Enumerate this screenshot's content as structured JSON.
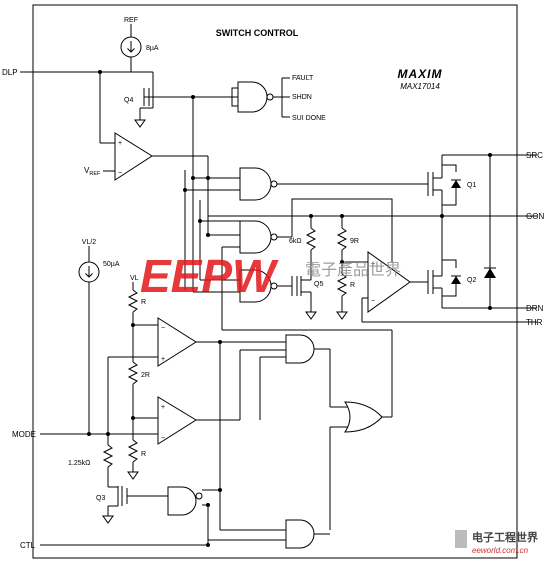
{
  "title": "SWITCH CONTROL",
  "brand": {
    "logo": "MAXIM",
    "part": "MAX17014"
  },
  "pins": {
    "dlp": "DLP",
    "mode": "MODE",
    "ctl": "CTL",
    "src": "SRC",
    "gon": "GON",
    "drn": "DRN",
    "thr": "THR"
  },
  "signals": {
    "ref": "REF",
    "vref": "V",
    "vref_sub": "REF",
    "vl_half": "VL/2",
    "vl": "VL",
    "fault": "FAULT",
    "shdn": "SHDN",
    "sui_done": "SUI DONE"
  },
  "currents": {
    "i_ref": "8µA",
    "i_vl": "50µA"
  },
  "components": {
    "r1": "R",
    "r2": "2R",
    "r3": "R",
    "r_1k25": "1.25kΩ",
    "r_6k": "6kΩ",
    "r_9r": "9R",
    "r_r": "R"
  },
  "transistors": {
    "q1": "Q1",
    "q2": "Q2",
    "q3": "Q3",
    "q4": "Q4",
    "q5": "Q5"
  },
  "watermark": {
    "brand": "EEPW",
    "cn_text": "電子產品世界",
    "site_cn": "电子工程世界",
    "site_url": "eeworld.com.cn"
  }
}
